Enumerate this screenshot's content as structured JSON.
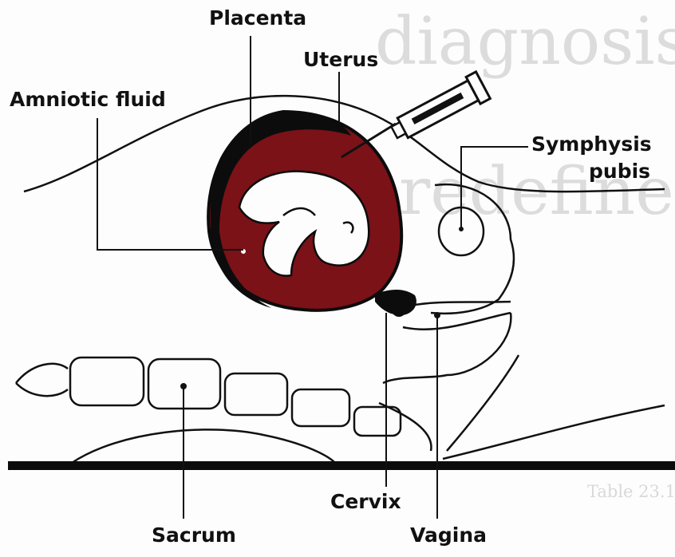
{
  "labels": {
    "placenta": "Placenta",
    "uterus": "Uterus",
    "amniotic_fluid": "Amniotic fluid",
    "symphysis_line1": "Symphysis",
    "symphysis_line2": "pubis",
    "cervix": "Cervix",
    "sacrum": "Sacrum",
    "vagina": "Vagina"
  },
  "background_text": {
    "word1": "diagnosis",
    "word2": "redefined",
    "table_ref": "Table 23.1"
  },
  "colors": {
    "uterus_fill": "#7a1218",
    "placenta_black": "#0c0c0c",
    "line": "#111111"
  }
}
